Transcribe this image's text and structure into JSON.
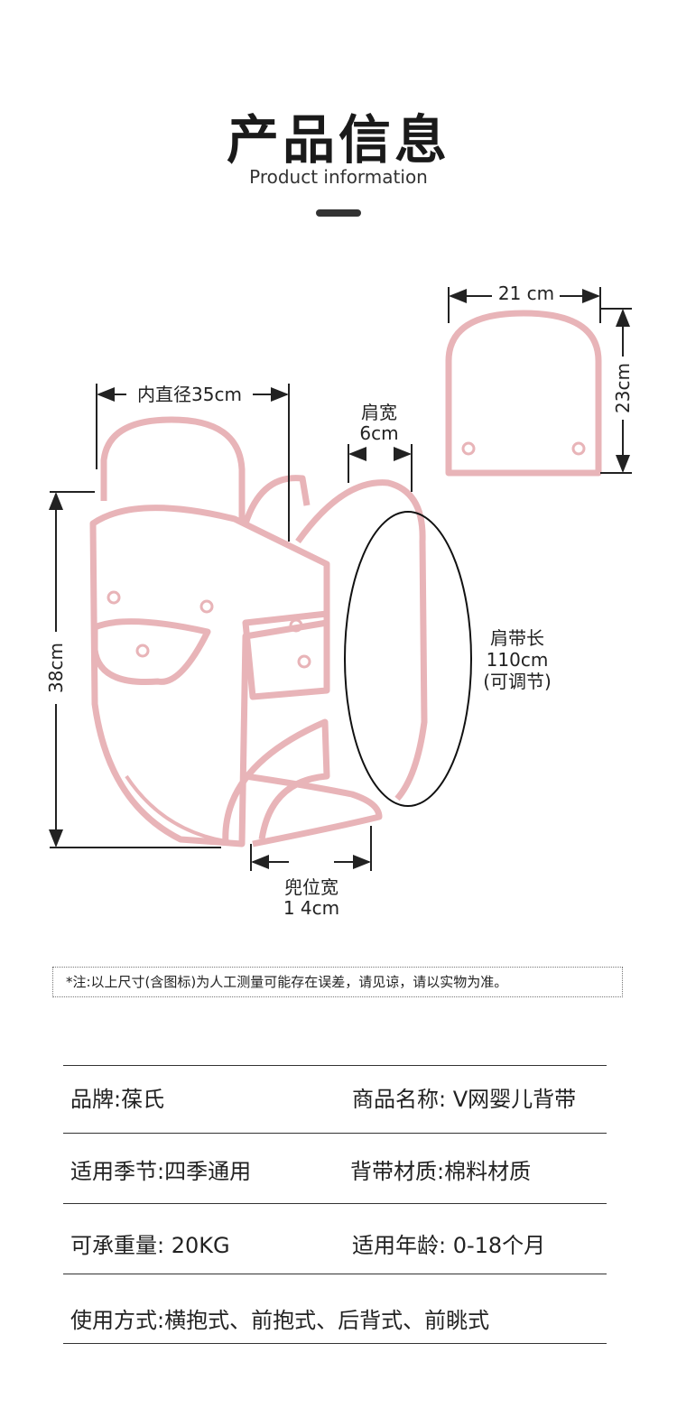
{
  "header": {
    "title": "产品信息",
    "subtitle": "Product information"
  },
  "diagram": {
    "hood_width": "21 cm",
    "hood_height": "23cm",
    "inner_diameter": "内直径35cm",
    "shoulder_width_label": "肩宽",
    "shoulder_width_value": "6cm",
    "height": "38cm",
    "strap_length_label": "肩带长",
    "strap_length_value": "110cm",
    "strap_length_note": "(可调节)",
    "seat_width_label": "兜位宽",
    "seat_width_value": "1 4cm",
    "stroke_color": "#e8b4b8"
  },
  "note": "*注:以上尺寸(含图标)为人工测量可能存在误差，请见谅，请以实物为准。",
  "specs": [
    {
      "left": "品牌:葆氏",
      "right": "商品名称: V网婴儿背带"
    },
    {
      "left": "适用季节:四季通用",
      "right": "背带材质:棉料材质"
    },
    {
      "left": "可承重量: 20KG",
      "right": "适用年龄: 0-18个月"
    },
    {
      "left": "使用方式:横抱式、前抱式、后背式、前眺式",
      "right": ""
    }
  ]
}
